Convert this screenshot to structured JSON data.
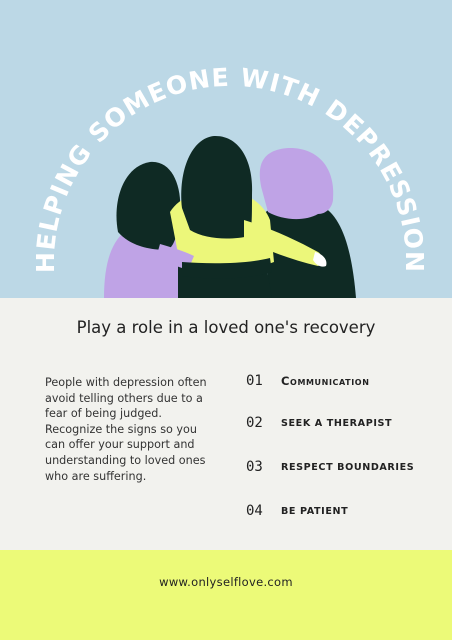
{
  "colors": {
    "sky_background": "#bcd8e6",
    "panel_background": "#f2f2ee",
    "footer_background": "#ecfa78",
    "lavender": "#bfa3e6",
    "lime": "#ecf77a",
    "dark_green": "#0f2a24",
    "title_text": "#ffffff",
    "body_text": "#222222"
  },
  "header": {
    "arc_title": "HELPING SOMEONE WITH DEPRESSION"
  },
  "main": {
    "headline": "Play a role in a loved one's recovery",
    "intro_text": "People with depression often avoid telling others due to a fear of being judged. Recognize the signs so you can offer your support and understanding to loved ones who are suffering.",
    "steps": [
      {
        "number": "01",
        "label": "Communication"
      },
      {
        "number": "02",
        "label": "SEEK A THERAPIST"
      },
      {
        "number": "03",
        "label": "RESPECT BOUNDARIES"
      },
      {
        "number": "04",
        "label": "BE PATIENT"
      }
    ]
  },
  "footer": {
    "website": "www.onlyselflove.com"
  }
}
